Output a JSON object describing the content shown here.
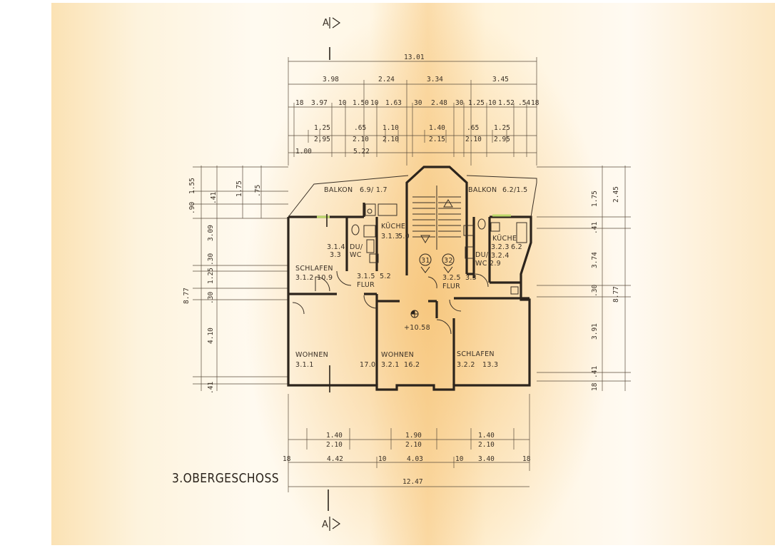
{
  "section_mark": "A",
  "floor_title": "3.OBERGESCHOSS",
  "elevation": "+10.58",
  "top_dims": {
    "total": "13.01",
    "row1": [
      "3.98",
      "2.24",
      "3.34",
      "3.45"
    ],
    "row2": [
      "18",
      "3.97",
      "10",
      "1.50",
      "10",
      "1.63",
      "30",
      "2.48",
      "30",
      "1.25",
      "10",
      "1.52",
      ".54",
      "18"
    ],
    "row3_top": [
      "1.25",
      ".65",
      "1.10",
      "1.40",
      ".65",
      "1.25"
    ],
    "row3_bottom": [
      "2.95",
      "2.10",
      "2.10",
      "2.15",
      "2.10",
      "2.95"
    ],
    "row4": [
      "1.00",
      "5.22"
    ]
  },
  "bottom_dims": {
    "openings_top": [
      "1.40",
      "1.90",
      "1.40"
    ],
    "openings_bottom": [
      "2.10",
      "2.10",
      "2.10"
    ],
    "row": [
      "18",
      "4.42",
      "10",
      "4.03",
      "10",
      "3.40",
      "18"
    ],
    "total": "12.47"
  },
  "left_dims": {
    "outer": [
      "1.55",
      ".90",
      "3.09",
      ".30",
      "1.25",
      ".30",
      "4.10",
      ".41"
    ],
    "total": "8.77",
    "inner": [
      "1.75",
      ".75",
      ".41"
    ]
  },
  "right_dims": {
    "outer": [
      "2.45",
      "1.75",
      ".41",
      "3.74",
      ".30",
      "3.91",
      ".41",
      "18"
    ],
    "total": "8.77"
  },
  "balconies": [
    {
      "name": "BALKON",
      "area": "6.9/ 1.7"
    },
    {
      "name": "BALKON",
      "area": "6.2/1.5"
    }
  ],
  "rooms": [
    {
      "name": "SCHLAFEN",
      "id": "3.1.2",
      "area": "10.9"
    },
    {
      "name": "DU/",
      "name2": "WC",
      "id": "3.1.4",
      "area": "3.3"
    },
    {
      "name": "KÜCHE",
      "id": "3.1.3",
      "area": "5.0"
    },
    {
      "name": "FLUR",
      "id": "3.1.5",
      "area": "5.2"
    },
    {
      "name": "WOHNEN",
      "id": "3.1.1",
      "area": "17.0"
    },
    {
      "name": "WOHNEN",
      "id": "3.2.1",
      "area": "16.2"
    },
    {
      "name": "FLUR",
      "id": "3.2.5",
      "area": "3.3"
    },
    {
      "name": "SCHLAFEN",
      "id": "3.2.2",
      "area": "13.3"
    },
    {
      "name": "DU/",
      "name2": "WC",
      "id": "",
      "area": "2.9"
    },
    {
      "name": "KÜCHE",
      "id": "3.2.3",
      "area": "6.2"
    },
    {
      "name": "",
      "id": "3.2.4",
      "area": ""
    }
  ],
  "units": [
    "31",
    "32"
  ]
}
